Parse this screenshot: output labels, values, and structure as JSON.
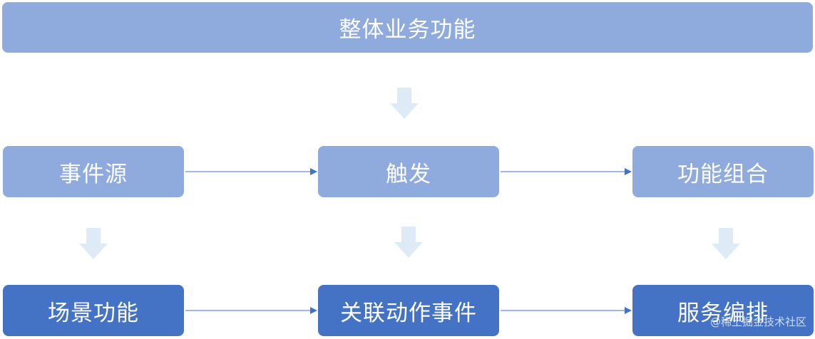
{
  "diagram": {
    "top": {
      "label": "整体业务功能"
    },
    "row1": [
      {
        "label": "事件源"
      },
      {
        "label": "触发"
      },
      {
        "label": "功能组合"
      }
    ],
    "row2": [
      {
        "label": "场景功能"
      },
      {
        "label": "关联动作事件"
      },
      {
        "label": "服务编排"
      }
    ],
    "colors": {
      "light_box": "#8faadc",
      "dark_box": "#4472c4",
      "connector": "#4472c4",
      "down_arrow": "#deebf7"
    }
  },
  "watermark": "@稀土掘金技术社区"
}
